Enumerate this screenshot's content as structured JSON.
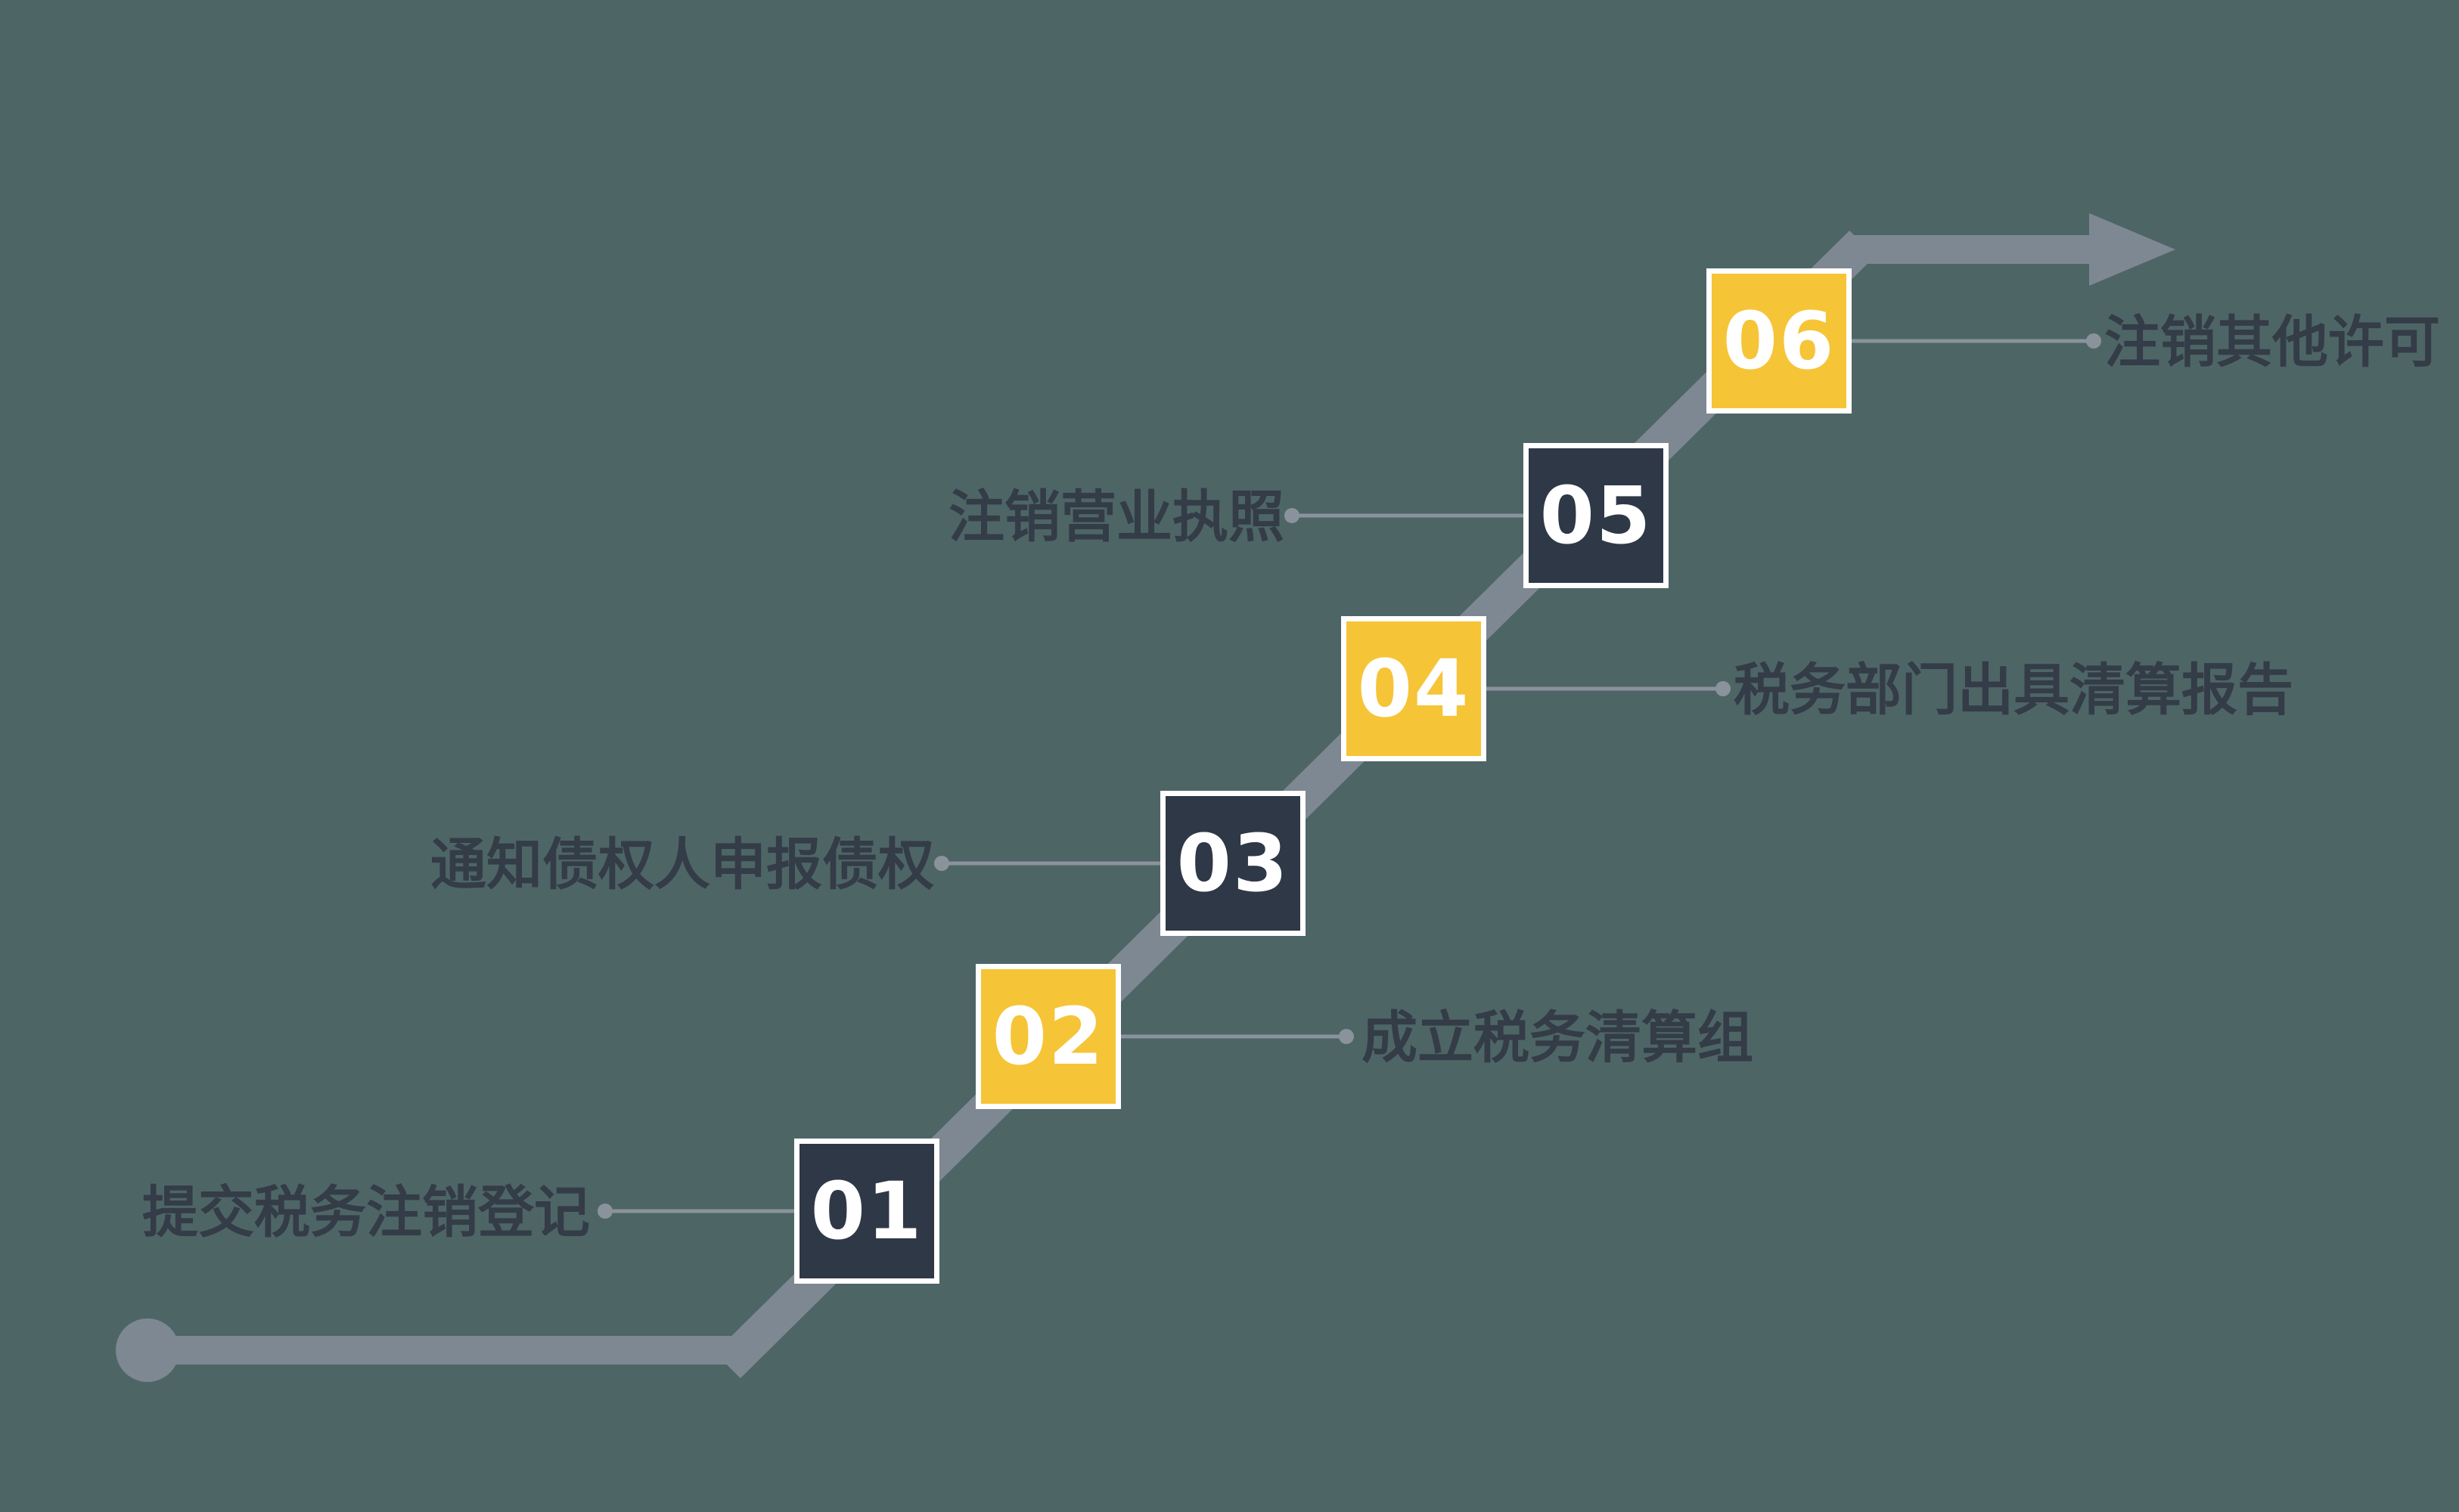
{
  "diagram": {
    "steps": [
      {
        "number": "01",
        "label": "提交税务注销登记",
        "side": "left",
        "color": "dark"
      },
      {
        "number": "02",
        "label": "成立税务清算组",
        "side": "right",
        "color": "yellow"
      },
      {
        "number": "03",
        "label": "通知债权人申报债权",
        "side": "left",
        "color": "dark"
      },
      {
        "number": "04",
        "label": "税务部门出具清算报告",
        "side": "right",
        "color": "yellow"
      },
      {
        "number": "05",
        "label": "注销营业执照",
        "side": "left",
        "color": "dark"
      },
      {
        "number": "06",
        "label": "注销其他许可",
        "side": "right",
        "color": "yellow"
      }
    ],
    "colors": {
      "background": "#4e6566",
      "path": "#7e8893",
      "connector": "#8a939c",
      "dark_square": "#2f3847",
      "yellow_square": "#f6c437",
      "square_border": "#ffffff",
      "number_text": "#ffffff",
      "label_text": "#333c47"
    }
  }
}
